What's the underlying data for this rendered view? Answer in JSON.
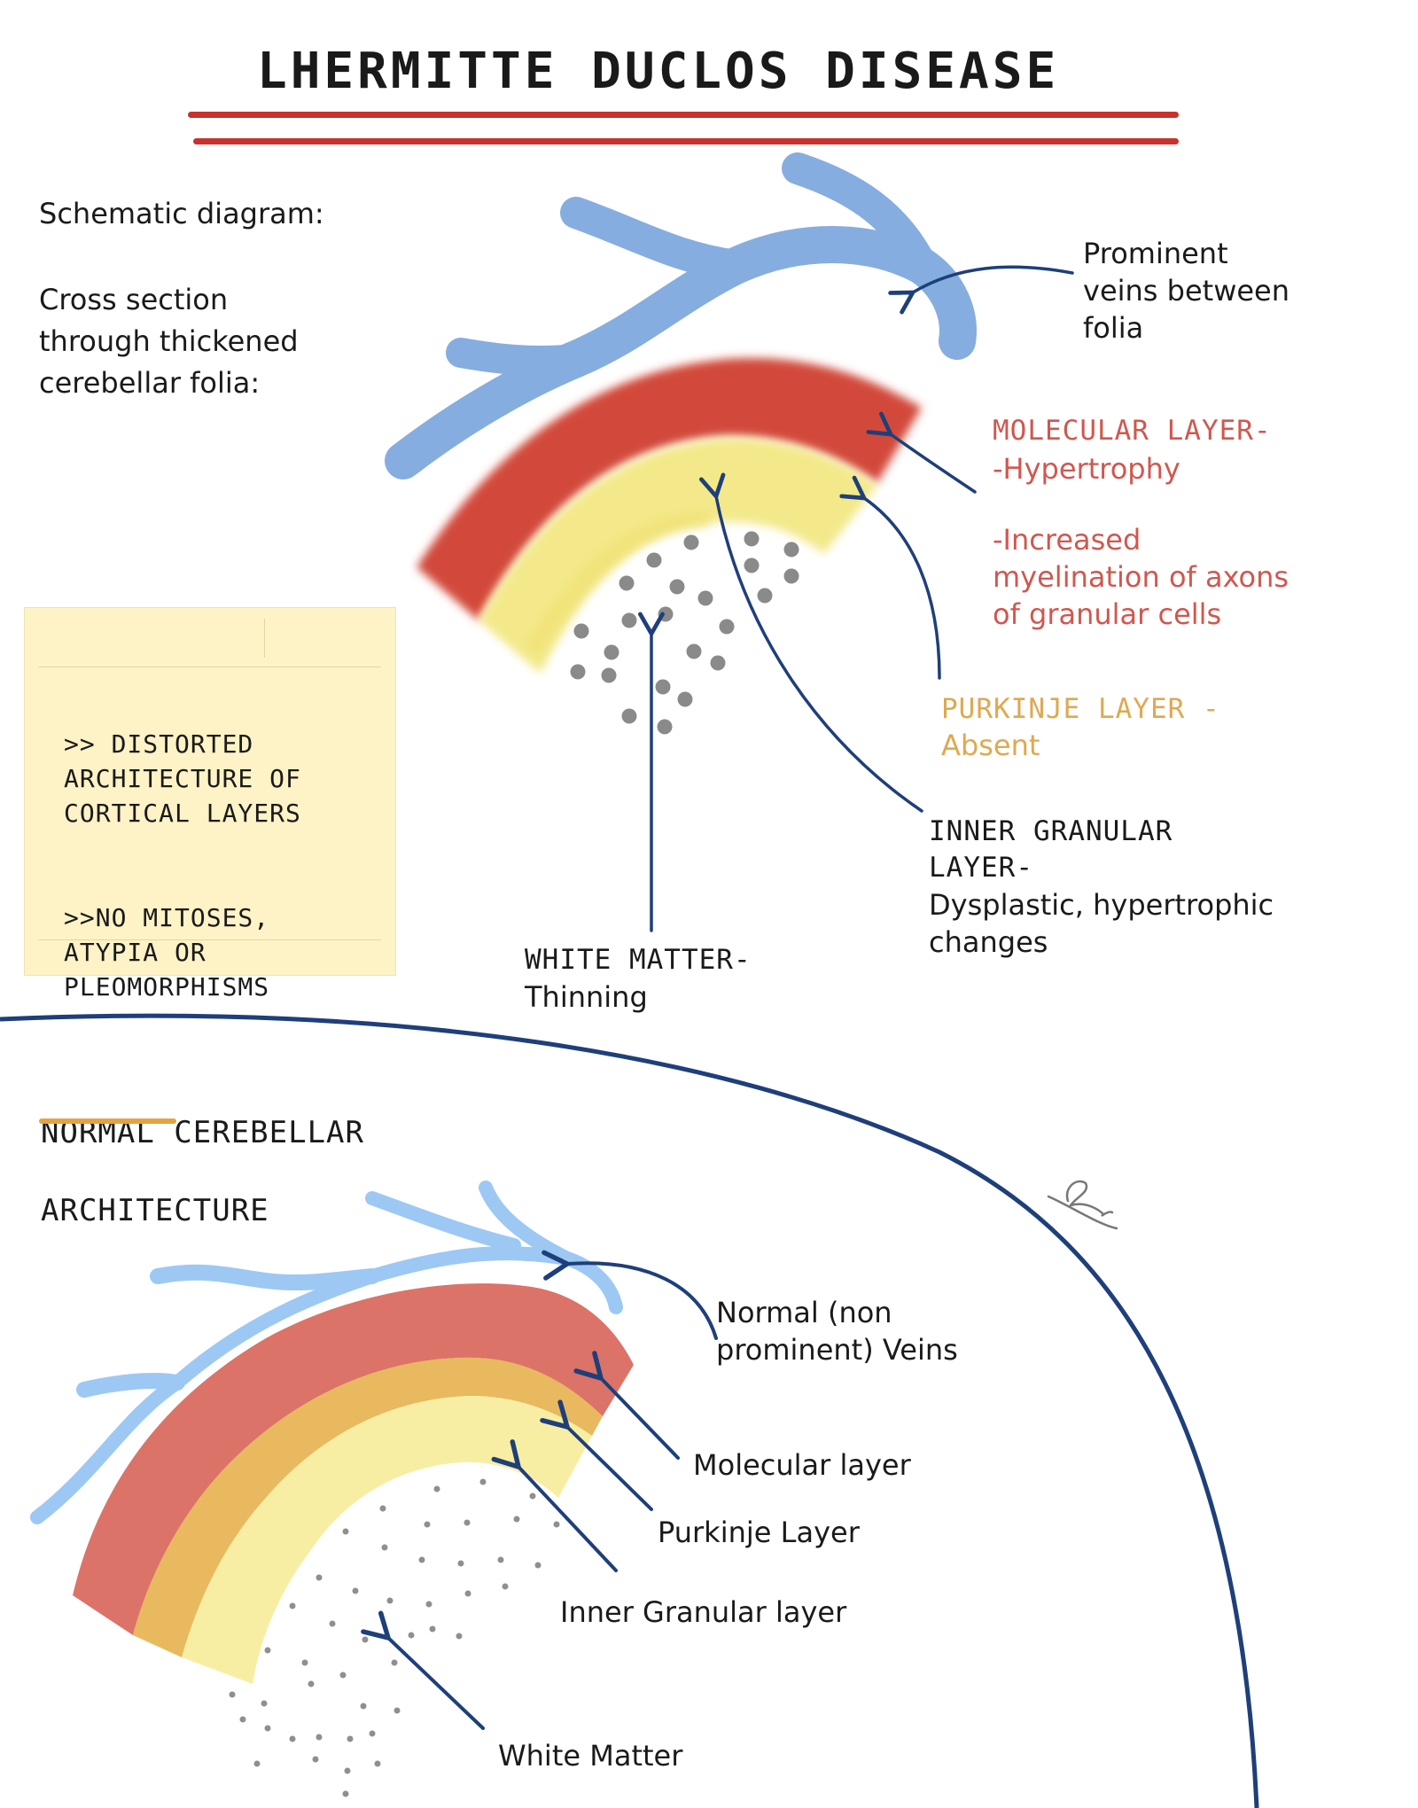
{
  "title": "LHERMITTE DUCLOS DISEASE",
  "colors": {
    "title_rule": "#c8312c",
    "arrow": "#1e3f7a",
    "vein_abnormal": "#86ade0",
    "vein_normal": "#9dc8f4",
    "molecular_abnormal": "#d24a3a",
    "inner_granular_abnormal": "#f3e98a",
    "molecular_normal": "#dc7368",
    "purkinje_normal": "#e8b95f",
    "inner_granular_normal": "#f7eea4",
    "white_matter_dots": "#8a8a8a",
    "molecular_label": "#d0574f",
    "purkinje_label": "#e0a850",
    "sticky_note": "#fdf3c6",
    "normal_underline": "#e2a443"
  },
  "abnormal": {
    "intro_heading": "Schematic diagram:",
    "intro_text": "Cross section\nthrough thickened\ncerebellar folia:",
    "labels": {
      "veins": "Prominent\nveins between\nfolia",
      "molecular_title": "MOLECULAR LAYER-",
      "molecular_point1": "-Hypertrophy",
      "molecular_point2": "-Increased\nmyelination of axons\nof granular cells",
      "purkinje_title": "PURKINJE LAYER -",
      "purkinje_status": "Absent",
      "inner_granular_title": "INNER GRANULAR\nLAYER-",
      "inner_granular_desc": "Dysplastic, hypertrophic\nchanges",
      "white_matter_title": "WHITE MATTER-",
      "white_matter_desc": "Thinning"
    },
    "sticky_notes": [
      ">> DISTORTED\nARCHITECTURE OF\nCORTICAL LAYERS",
      ">>NO MITOSES,\nATYPIA OR\nPLEOMORPHISMS"
    ]
  },
  "normal": {
    "heading_emphasis": "NORMAL",
    "heading_rest": " CEREBELLAR",
    "heading_line2": "ARCHITECTURE",
    "labels": {
      "veins": "Normal (non\nprominent) Veins",
      "molecular": "Molecular layer",
      "purkinje": "Purkinje Layer",
      "inner_granular": "Inner Granular layer",
      "white_matter": "White Matter"
    }
  }
}
